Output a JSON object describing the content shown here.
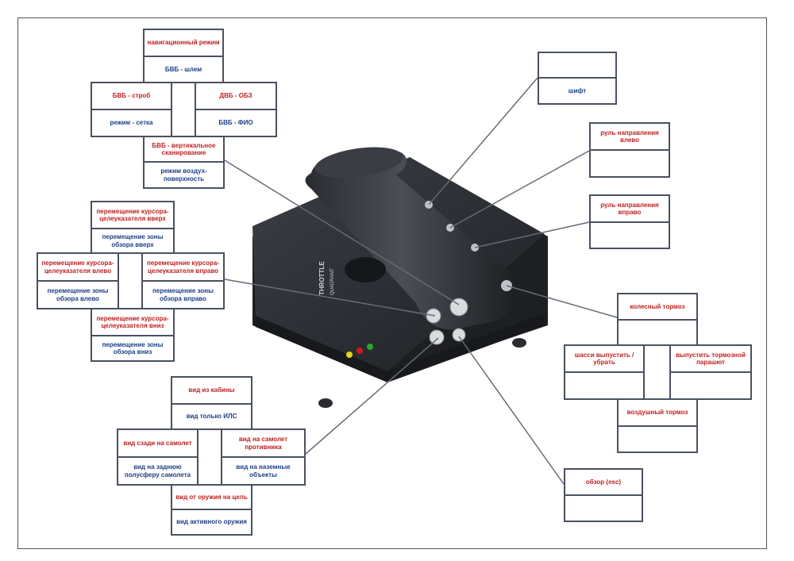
{
  "colors": {
    "red_label": "#c0201f",
    "blue_label": "#1a3f85",
    "border": "#4a5160",
    "device": "#2f3237"
  },
  "device": {
    "brand": "THROTTLE",
    "model": "QUADRANT",
    "leds": [
      "#e8d21c",
      "#d01818",
      "#2aa82a"
    ]
  },
  "labels": {
    "nav_mode": "навигационный режим",
    "bvb_helmet": "БВБ - шлем",
    "bvb_strobe": "БВБ - строб",
    "dvb_obz": "ДВБ - ОБЗ",
    "mode_grid": "режим - сетка",
    "bvb_fio": "БВБ - ФИО",
    "bvb_vert_scan": "БВБ - вертикальное сканирование",
    "mode_air_ground": "режим воздух-поверхность",
    "cursor_up": "перемещение курсора-целеуказателя вверх",
    "view_zone_up": "перемещение зоны обзора вверх",
    "cursor_left": "перемещение курсора-целеуказателя влево",
    "cursor_right": "перемещение курсора-целеуказателя вправо",
    "view_zone_left": "перемещение зоны обзора влево",
    "view_zone_right": "перемещение зоны обзора вправо",
    "cursor_down": "перемещение курсора-целеуказателя вниз",
    "view_zone_down": "перемещение зоны обзора вниз",
    "view_cockpit": "вид из кабины",
    "view_ils": "вид только ИЛС",
    "view_behind_plane": "вид сзади на самолет",
    "view_enemy_plane": "вид на самолет противника",
    "view_rear_hemisphere": "вид на заднюю полусферу самолета",
    "view_ground_objects": "вид на наземные объекты",
    "view_weapon_target": "вид от оружия на цель",
    "view_active_weapon": "вид активного оружия",
    "shift": "шифт",
    "rudder_left": "руль направления влево",
    "rudder_right": "руль направления вправо",
    "wheel_brake": "колесный тормоз",
    "gear_toggle": "шасси выпустить / убрать",
    "brake_chute": "выпустить тормозной парашют",
    "air_brake": "воздушный тормоз",
    "review_esc": "обзор (esc)"
  }
}
